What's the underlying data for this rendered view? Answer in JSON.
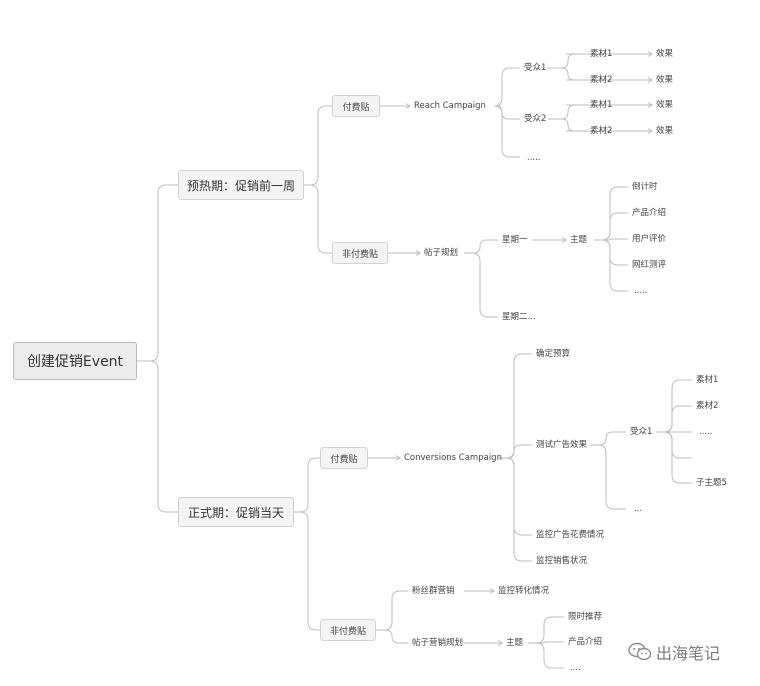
{
  "root": "创建促销Event",
  "phase_warmup": "预热期：促销前一周",
  "phase_launch": "正式期：促销当天",
  "w_paid": "付费贴",
  "w_reach": "Reach Campaign",
  "w_aud1": "受众1",
  "w_aud2": "受众2",
  "w_aud_more": ".....",
  "w_a1m1": "素材1",
  "w_a1m2": "素材2",
  "w_a2m1": "素材1",
  "w_a2m2": "素材2",
  "w_eff1": "效果",
  "w_eff2": "效果",
  "w_eff3": "效果",
  "w_eff4": "效果",
  "w_unpaid": "非付费贴",
  "w_postplan": "帖子规划",
  "w_mon": "星期一",
  "w_tue": "星期二...",
  "w_theme": "主题",
  "w_t1": "倒计时",
  "w_t2": "产品介绍",
  "w_t3": "用户评价",
  "w_t4": "网红测评",
  "w_t5": ".....",
  "l_paid": "付费贴",
  "l_conv": "Conversions Campaign",
  "l_budget": "确定预算",
  "l_test": "测试广告效果",
  "l_aud1": "受众1",
  "l_m1": "素材1",
  "l_m2": "素材2",
  "l_mdots": ".....",
  "l_sub5": "子主题5",
  "l_testmore": "...",
  "l_monitor_spend": "监控广告花费情况",
  "l_monitor_sales": "监控销售状况",
  "l_unpaid": "非付费贴",
  "l_fans": "粉丝群营销",
  "l_conv_monitor": "监控转化情况",
  "l_postplan": "帖子营销规划",
  "l_theme": "主题",
  "l_p1": "限时推荐",
  "l_p2": "产品介绍",
  "l_p3": "....",
  "watermark": "出海笔记",
  "line_color": "#bdbdbd"
}
